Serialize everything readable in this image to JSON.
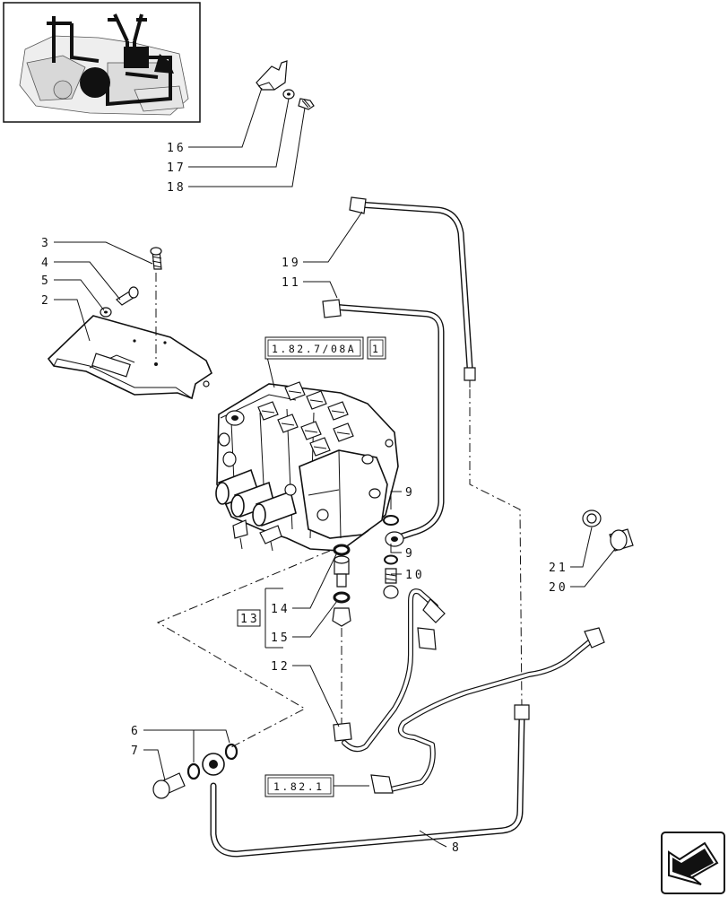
{
  "callouts": {
    "c2": "2",
    "c3": "3",
    "c4": "4",
    "c5": "5",
    "c6": "6",
    "c7": "7",
    "c8": "8",
    "c9a": "9",
    "c9b": "9",
    "c10": "10",
    "c11": "11",
    "c12": "12",
    "c13": "13",
    "c14": "14",
    "c15": "15",
    "c16": "16",
    "c17": "17",
    "c18": "18",
    "c19": "19",
    "c20": "20",
    "c21": "21"
  },
  "references": {
    "ref_valve": "1.82.7/08A",
    "ref_valve_index": "1",
    "ref_pipe": "1.82.1"
  },
  "icons": {
    "thumbnail": "tractor-location-thumbnail",
    "nav": "next-page-arrow-icon"
  }
}
